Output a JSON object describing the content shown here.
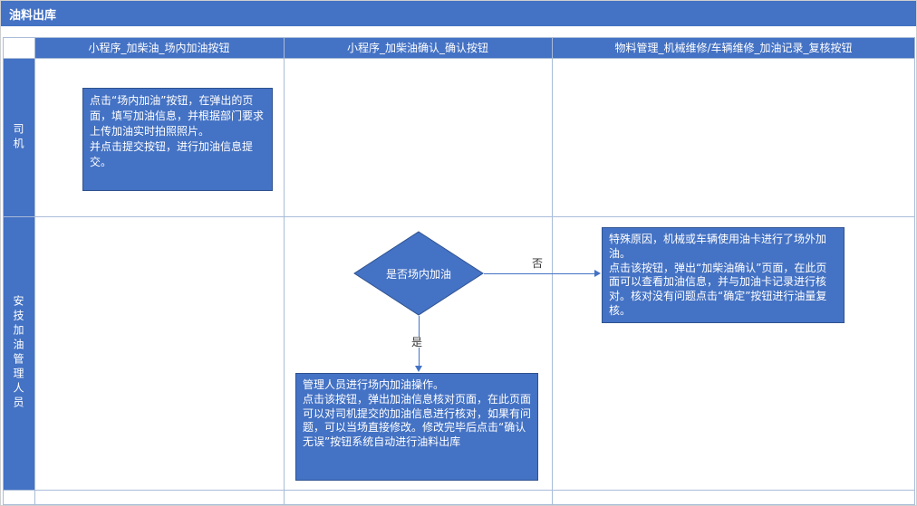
{
  "title_bar": {
    "title": "油料出库"
  },
  "columns": [
    {
      "header": "小程序_加柴油_场内加油按钮"
    },
    {
      "header": "小程序_加柴油确认_确认按钮"
    },
    {
      "header": "物料管理_机械维修/车辆维修_加油记录_复核按钮"
    }
  ],
  "lanes": [
    {
      "label": "司机"
    },
    {
      "label": "安技加油管理人员"
    }
  ],
  "flow": {
    "driver_note": "点击“场内加油”按钮，在弹出的页面，填写加油信息，并根据部门要求上传加油实时拍照照片。\n并点击提交按钮，进行加油信息提交。",
    "decision": "是否场内加油",
    "no_label": "否",
    "yes_label": "是",
    "offsite_review_note": "特殊原因，机械或车辆使用油卡进行了场外加油。\n点击该按钮，弹出“加柴油确认”页面，在此页面可以查看加油信息，并与加油卡记录进行核对。核对没有问题点击“确定”按钮进行油量复核。",
    "onsite_confirm_note": "管理人员进行场内加油操作。\n点击该按钮，弹出加油信息核对页面，在此页面可以对司机提交的加油信息进行核对，如果有问题，可以当场直接修改。修改完毕后点击“确认无误”按钮系统自动进行油料出库"
  },
  "colors": {
    "primary": "#4472C4",
    "shape_border": "#2F528F",
    "grid_line": "#A9BCD8"
  }
}
